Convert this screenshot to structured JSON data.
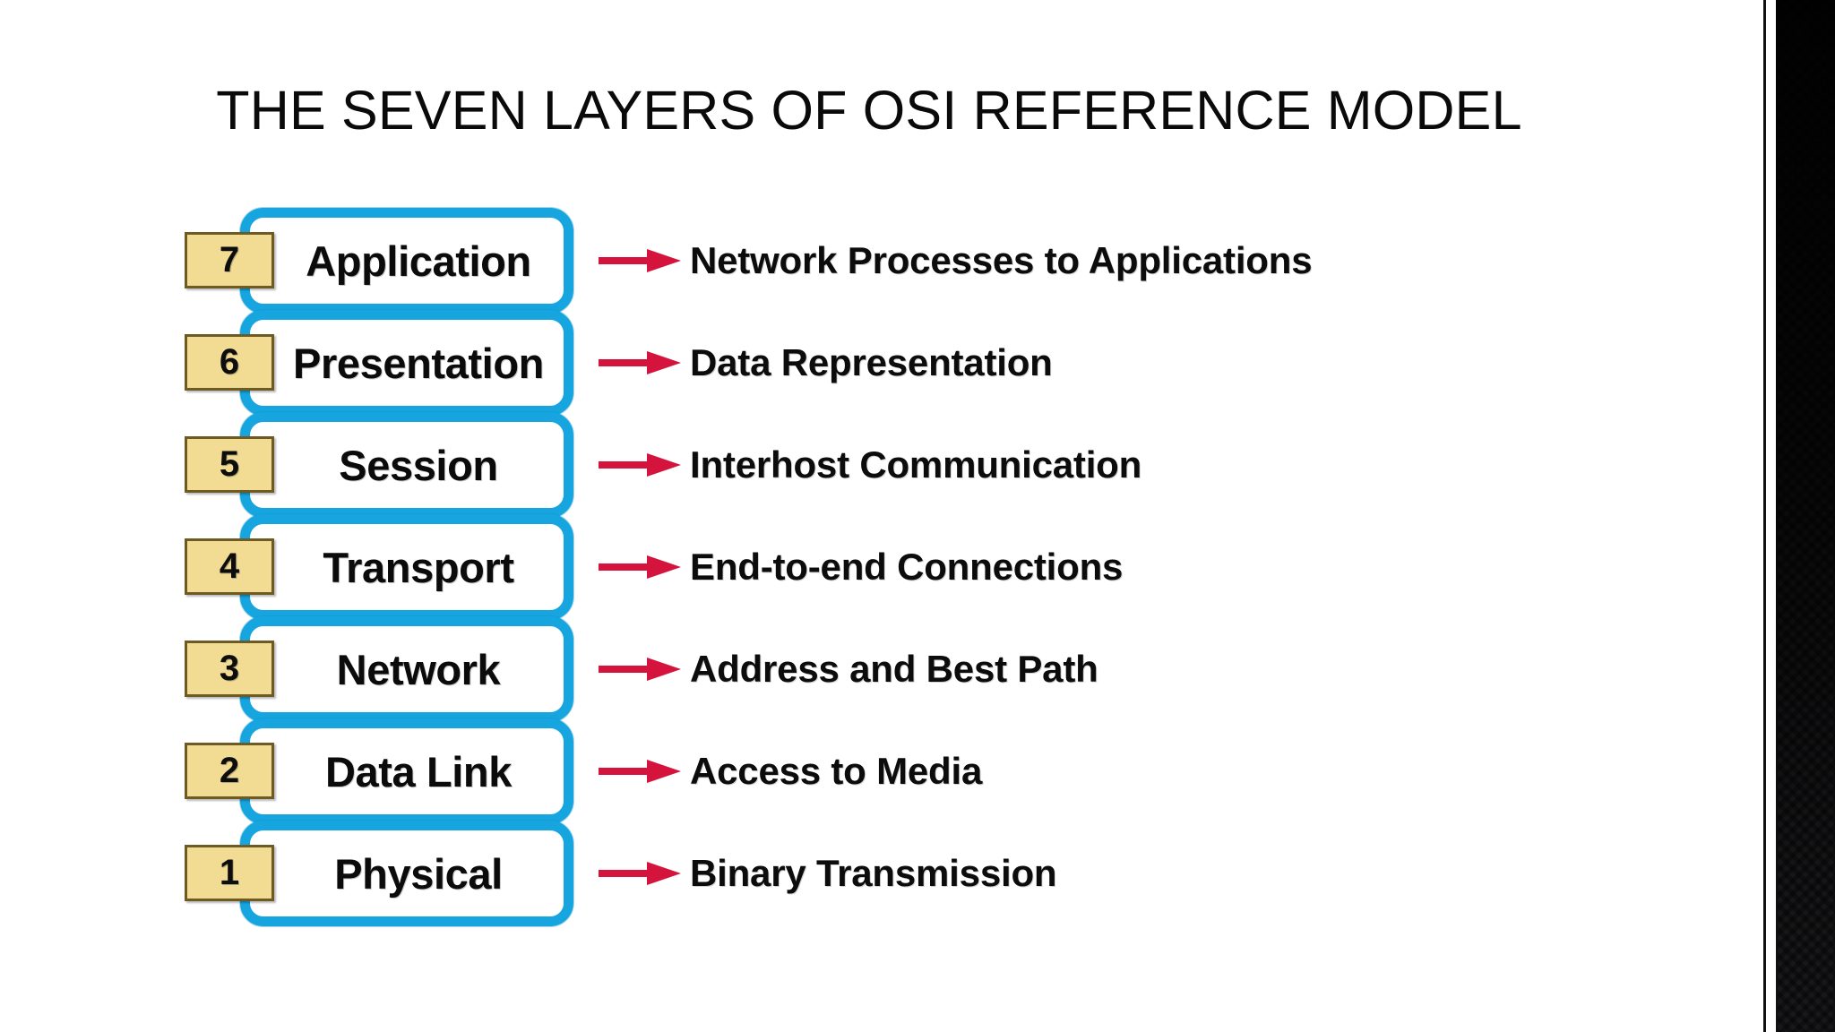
{
  "slide": {
    "title": "THE SEVEN LAYERS OF OSI REFERENCE MODEL",
    "background_color": "#FFFFFF",
    "accent_blue": "#17A5DF",
    "badge_fill": "#F2DC94",
    "badge_border": "#6E5A23",
    "arrow_color": "#D4143C",
    "text_color": "#0B0B0B"
  },
  "diagram": {
    "name": "osi-seven-layer-stack",
    "layers": [
      {
        "number": "7",
        "name": "Application",
        "description": "Network Processes to Applications"
      },
      {
        "number": "6",
        "name": "Presentation",
        "description": "Data Representation"
      },
      {
        "number": "5",
        "name": "Session",
        "description": "Interhost Communication"
      },
      {
        "number": "4",
        "name": "Transport",
        "description": "End-to-end Connections"
      },
      {
        "number": "3",
        "name": "Network",
        "description": "Address and Best Path"
      },
      {
        "number": "2",
        "name": "Data Link",
        "description": "Access to Media"
      },
      {
        "number": "1",
        "name": "Physical",
        "description": "Binary Transmission"
      }
    ]
  },
  "decoration": {
    "right_edge": "textured-diamond-border-strip"
  }
}
